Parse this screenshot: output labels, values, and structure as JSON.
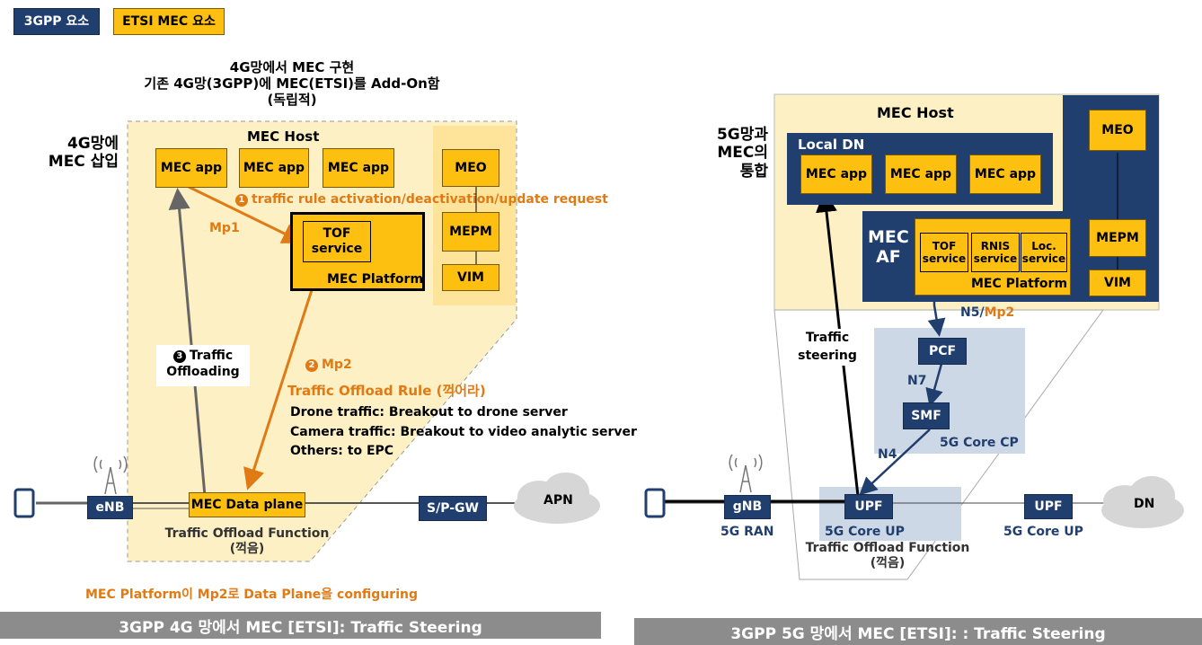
{
  "legend": {
    "gpp": "3GPP 요소",
    "etsi": "ETSI MEC 요소"
  },
  "colors": {
    "etsi_yellow": "#fdc010",
    "gpp_navy": "#203f6f",
    "arrow_orange": "#e07a14",
    "host_bg": "#fdf0c4"
  },
  "left": {
    "title": [
      "4G망에서 MEC 구현",
      "기존 4G망(3GPP)에 MEC(ETSI)를 Add-On함",
      "(독립적)"
    ],
    "side_label": [
      "4G망에",
      "MEC 삽입"
    ],
    "host_label": "MEC Host",
    "apps": [
      "MEC app",
      "MEC app",
      "MEC app"
    ],
    "meo": "MEO",
    "mepm": "MEPM",
    "vim": "VIM",
    "tof": [
      "TOF",
      "service"
    ],
    "platform": "MEC Platform",
    "step1_num": "1",
    "step1": "traffic rule activation/deactivation/update request",
    "mp1": "Mp1",
    "step2_num": "2",
    "step2": "Mp2",
    "rule_title": "Traffic Offload Rule (꺽어라)",
    "rules": [
      "Drone traffic: Breakout to drone server",
      "Camera traffic: Breakout to video analytic server",
      "Others: to EPC"
    ],
    "step3_num": "3",
    "step3": [
      "Traffic",
      "Offloading"
    ],
    "enb": "eNB",
    "dataplane": "MEC Data plane",
    "spgw": "S/P-GW",
    "apn": "APN",
    "tof_function": [
      "Traffic Offload Function",
      "(꺽음)"
    ],
    "footer_note": "MEC Platform이 Mp2로 Data Plane을 configuring",
    "banner": "3GPP 4G 망에서 MEC [ETSI]: Traffic Steering"
  },
  "right": {
    "side_label": [
      "5G망과",
      "MEC의",
      "통합"
    ],
    "host_label": "MEC Host",
    "local_dn": "Local DN",
    "apps": [
      "MEC app",
      "MEC app",
      "MEC app"
    ],
    "meo": "MEO",
    "mepm": "MEPM",
    "vim": "VIM",
    "mec_af": [
      "MEC",
      "AF"
    ],
    "services": [
      [
        "TOF",
        "service"
      ],
      [
        "RNIS",
        "service"
      ],
      [
        "Loc.",
        "service"
      ]
    ],
    "platform": "MEC Platform",
    "n5": "N5/",
    "mp2": "Mp2",
    "pcf": "PCF",
    "n7": "N7",
    "smf": "SMF",
    "cp_label": "5G Core CP",
    "n4": "N4",
    "steering": [
      "Traffic",
      "steering"
    ],
    "gnb": "gNB",
    "ran": "5G RAN",
    "upf1": "UPF",
    "upf1_label": "5G Core UP",
    "tof_function": [
      "Traffic Offload Function",
      "(꺽음)"
    ],
    "upf2": "UPF",
    "upf2_label": "5G Core UP",
    "dn": "DN",
    "banner": "3GPP 5G 망에서 MEC  [ETSI]: : Traffic Steering"
  }
}
